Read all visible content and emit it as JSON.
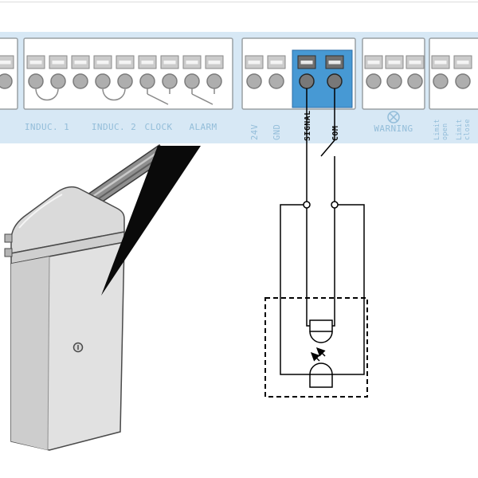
{
  "terminal_strip": {
    "band_color": "#d7e8f5",
    "label_color": "#93bdd9",
    "labels": {
      "induc1": "INDUC. 1",
      "induc2": "INDUC. 2",
      "clock": "CLOCK",
      "alarm": "ALARM",
      "v24": "24V",
      "gnd": "GND",
      "warning": "WARNING",
      "limit_open_line1": "Limit",
      "limit_open_line2": "open",
      "limit_close_line1": "Limit",
      "limit_close_line2": "close"
    },
    "highlight": {
      "fill": "#4799d4",
      "border": "#2d6da6",
      "label_color": "#111111",
      "signal": "SIGNAL",
      "com": "COM"
    }
  },
  "schematic": {
    "wire_color": "#000000",
    "component": "photocell"
  },
  "illustration": {
    "device": "barrier-gate-operator"
  }
}
